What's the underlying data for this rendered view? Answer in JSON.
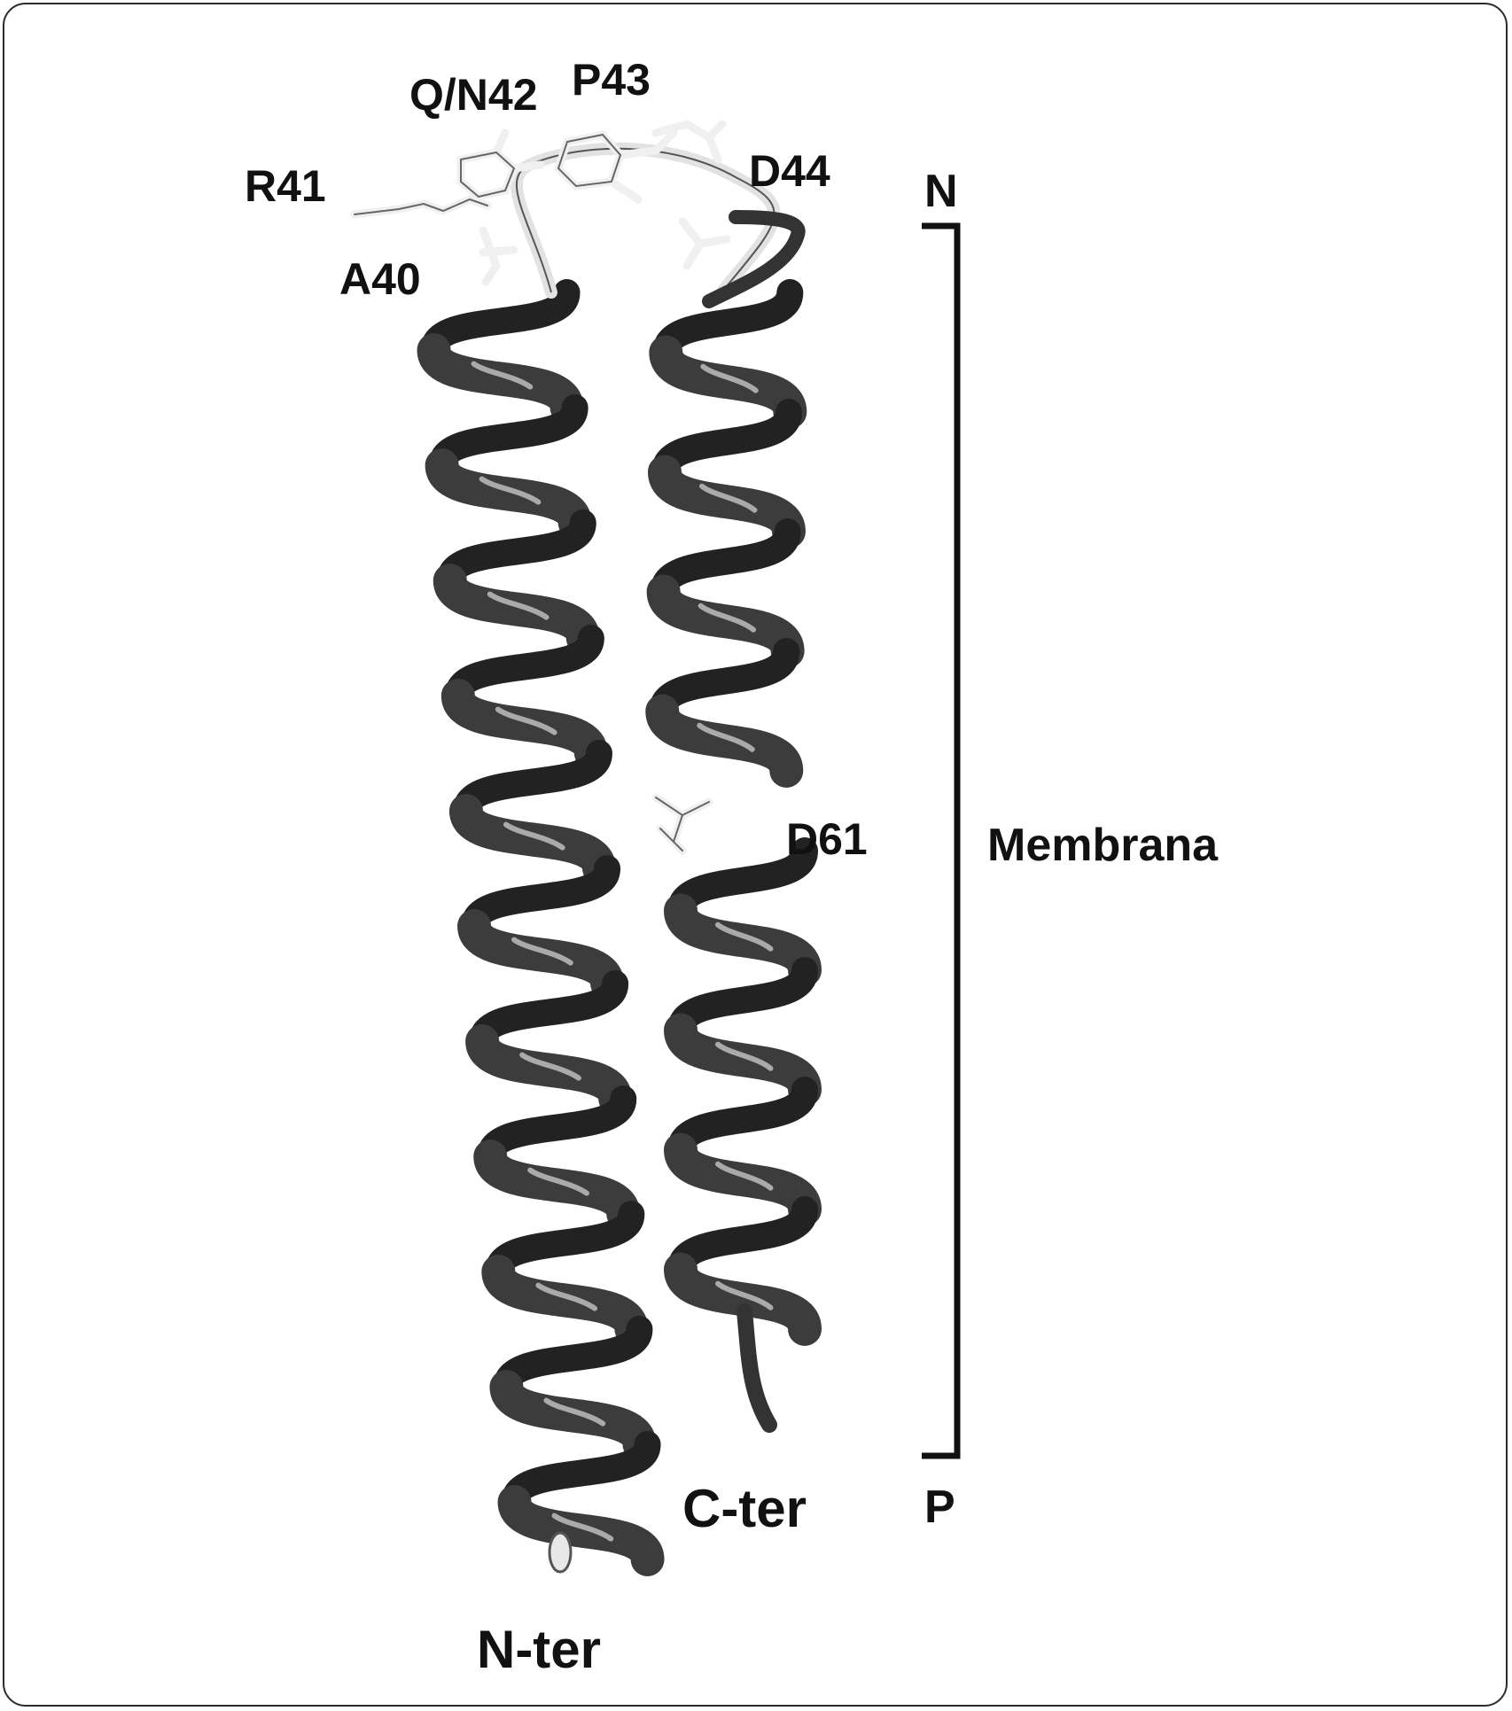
{
  "residues": {
    "r41": "R41",
    "qn42": "Q/N42",
    "p43": "P43",
    "d44": "D44",
    "a40": "A40",
    "d61": "D61"
  },
  "termini": {
    "n_ter": "N-ter",
    "c_ter": "C-ter"
  },
  "membrane": {
    "label": "Membrana",
    "top_side": "N",
    "bottom_side": "P"
  },
  "colors": {
    "helix": "#3c3c3c",
    "helix_highlight": "#d9d9d9",
    "sticks": "#e6e6e6",
    "bracket": "#111111"
  }
}
